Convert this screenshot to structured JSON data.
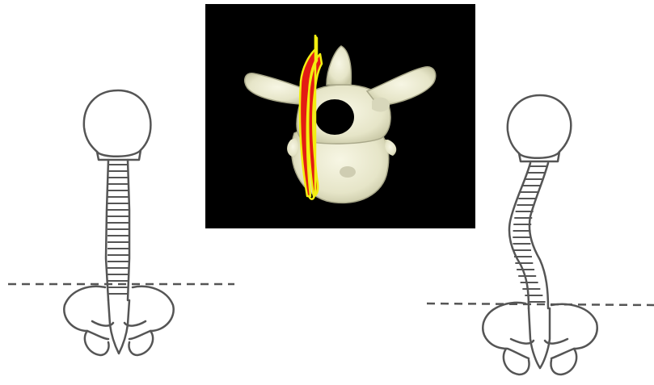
{
  "figure": {
    "background": "#ffffff",
    "line_color": "#555555",
    "panel_background": "#000000",
    "bone_color": "#ecebd2",
    "rotation_arrow_fill": "#e31b14",
    "rotation_arrow_outline": "#f2ee10"
  },
  "panels": [
    {
      "id": "normal-spine",
      "description_icon": "straight-spine-skeleton-icon"
    },
    {
      "id": "vertebra-rotation",
      "description_icon": "vertebra-with-rotation-arrow-icon"
    },
    {
      "id": "scoliotic-spine",
      "description_icon": "curved-spine-skeleton-icon"
    }
  ]
}
